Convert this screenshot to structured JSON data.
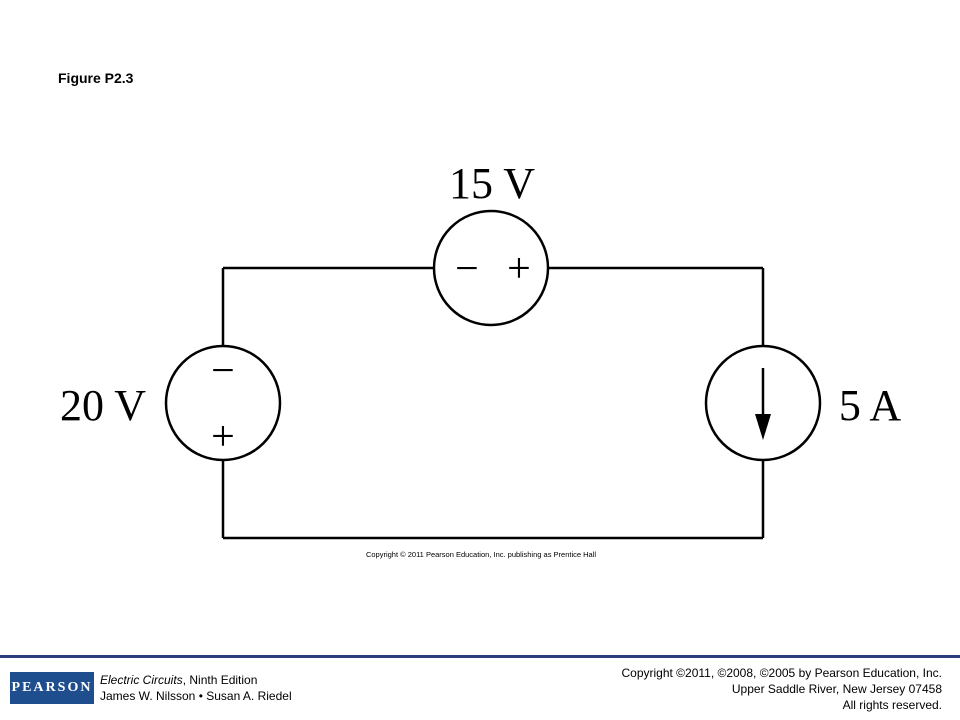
{
  "figure": {
    "label": "Figure P2.3"
  },
  "circuit": {
    "top_source": {
      "label": "15 V",
      "left_sign": "−",
      "right_sign": "+"
    },
    "left_source": {
      "label": "20 V",
      "top_sign": "−",
      "bottom_sign": "+"
    },
    "right_source": {
      "label": "5 A",
      "arrow_direction": "down"
    },
    "credit": "Copyright © 2011 Pearson Education, Inc. publishing as Prentice Hall"
  },
  "footer": {
    "logo_text": "PEARSON",
    "book_title": "Electric Circuits",
    "book_edition": ", Ninth Edition",
    "authors": "James W. Nilsson • Susan A. Riedel",
    "copyright_line1": "Copyright ©2011, ©2008, ©2005 by Pearson Education, Inc.",
    "copyright_line2": "Upper Saddle River, New Jersey 07458",
    "copyright_line3": "All rights reserved."
  }
}
